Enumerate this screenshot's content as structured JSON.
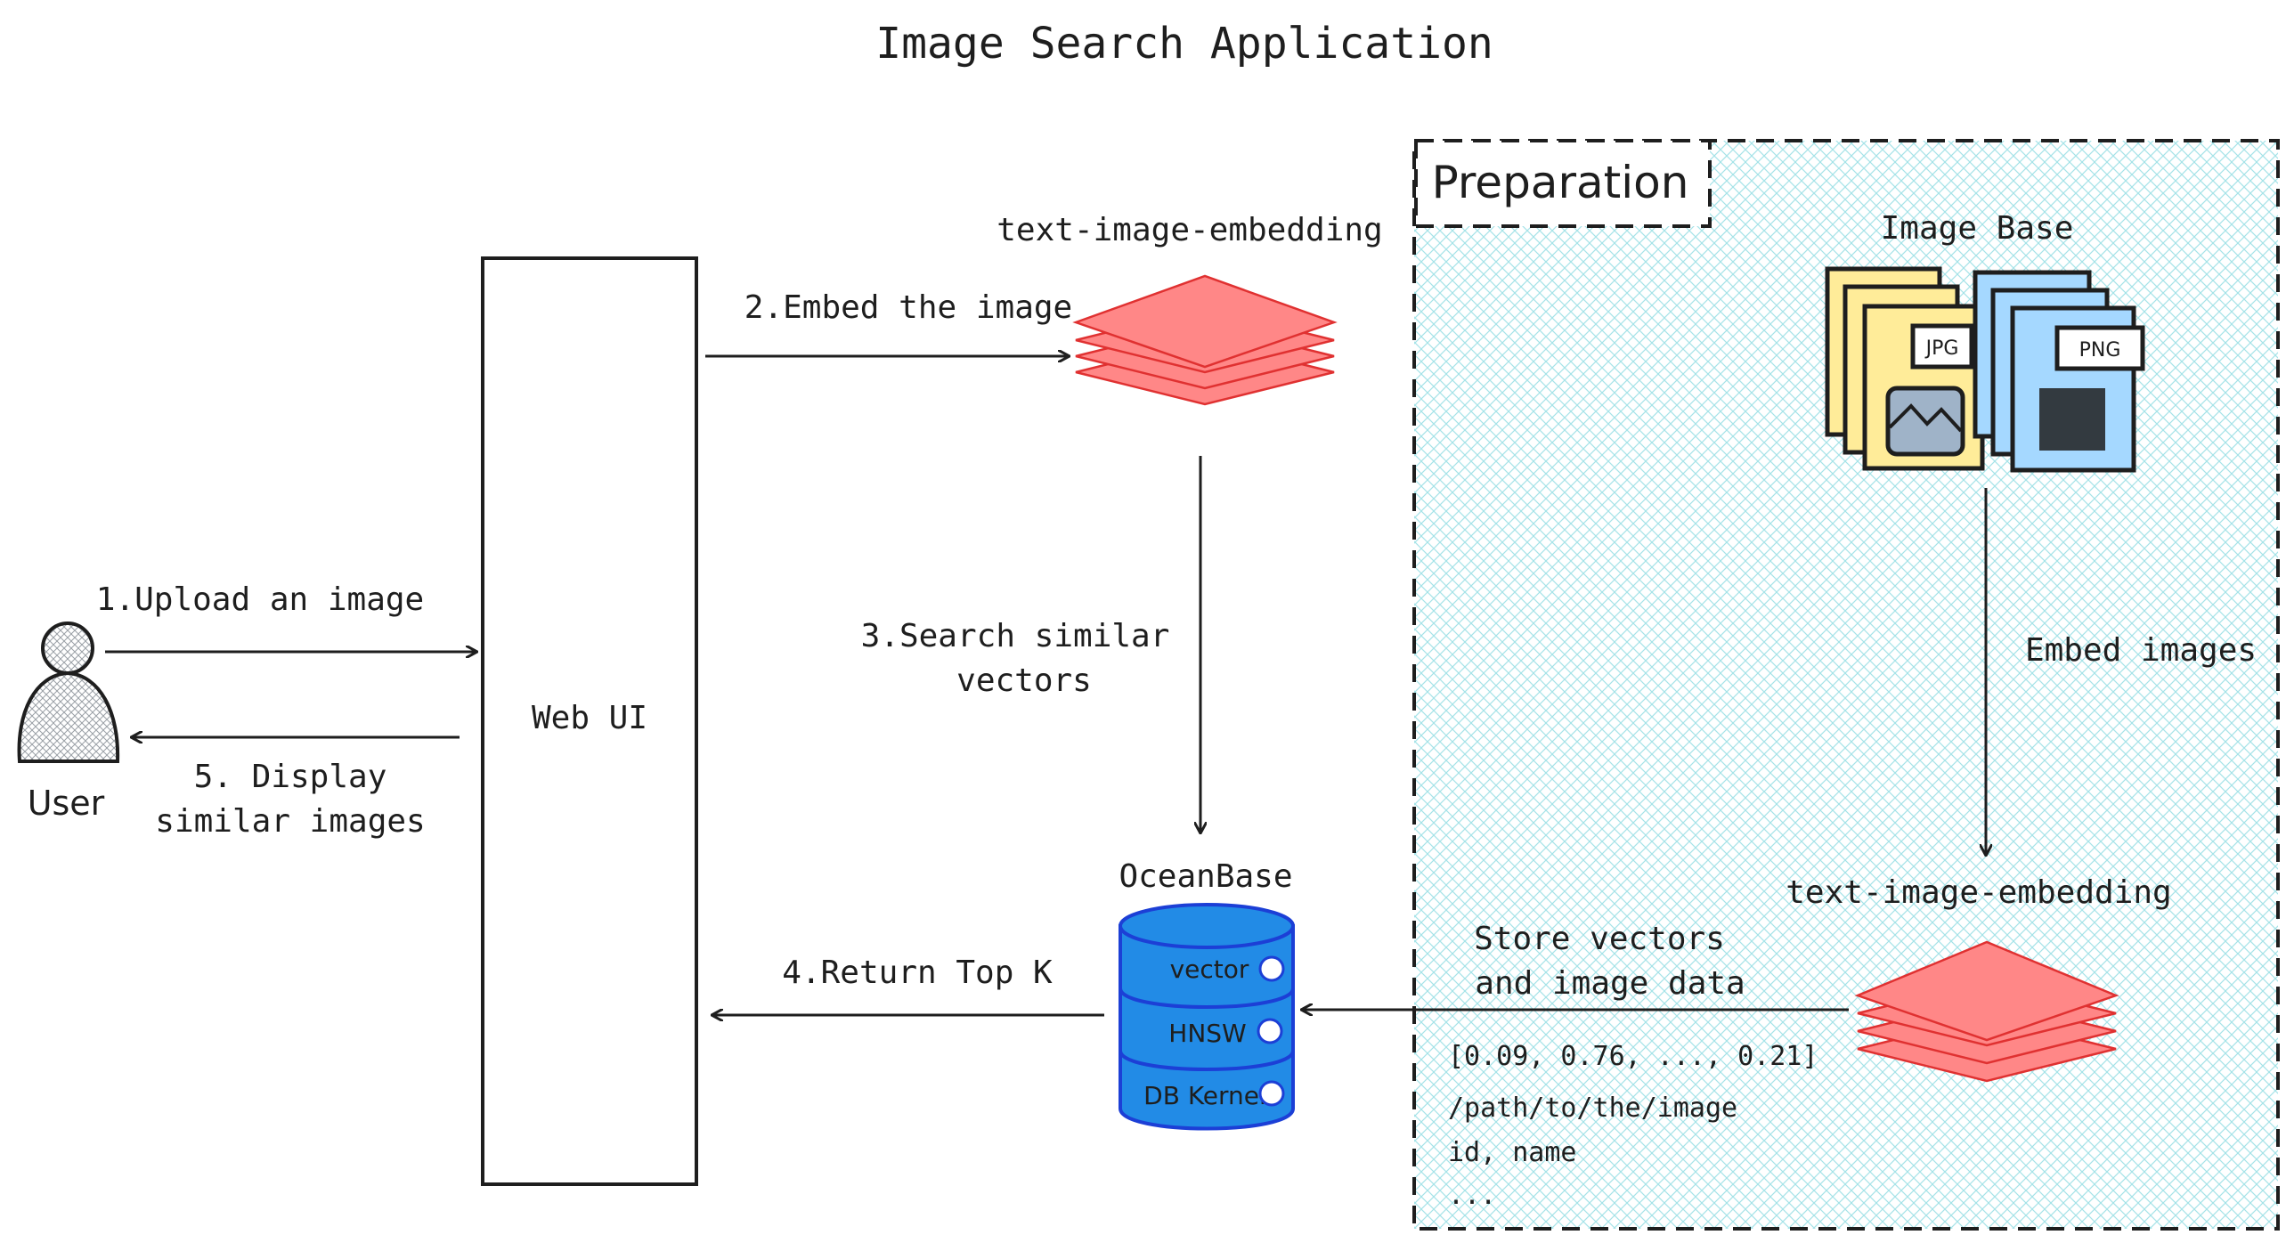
{
  "title": "Image Search Application",
  "actor": {
    "label": "User"
  },
  "web_ui": {
    "label": "Web UI"
  },
  "embedding_top": {
    "label": "text-image-embedding"
  },
  "embedding_bottom": {
    "label": "text-image-embedding"
  },
  "database": {
    "label": "OceanBase",
    "layers": [
      "vector",
      "HNSW",
      "DB Kernel"
    ]
  },
  "preparation": {
    "label": "Preparation",
    "image_base": {
      "label": "Image Base",
      "jpg_label": "JPG",
      "png_label": "PNG"
    }
  },
  "steps": {
    "upload": "1.Upload an image",
    "embed": "2.Embed the image",
    "search_line1": "3.Search similar",
    "search_line2": "vectors",
    "return": "4.Return Top K",
    "display_line1": "5. Display",
    "display_line2": "similar images",
    "embed_images": "Embed images",
    "store_line1": "Store vectors",
    "store_line2": "and image data"
  },
  "stored_data": [
    "[0.09, 0.76, ..., 0.21]",
    "/path/to/the/image",
    "id, name",
    "..."
  ],
  "colors": {
    "embedding_fill": "#ff8787",
    "embedding_stroke": "#e03131",
    "db_fill": "#228be6",
    "db_stroke": "#1c3fd6",
    "prep_hatch": "#a5e3e8",
    "jpg_fill": "#ffec99",
    "png_fill": "#a5d8ff"
  }
}
